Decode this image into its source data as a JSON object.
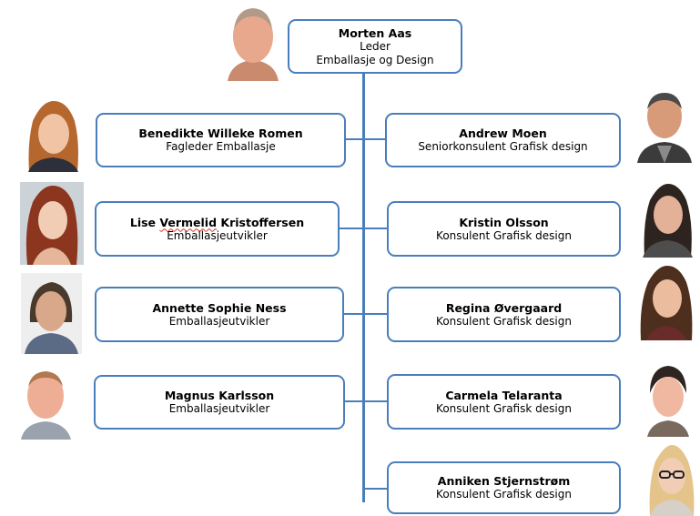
{
  "leader": {
    "name": "Morten Aas",
    "role": "Leder",
    "unit": "Emballasje og Design"
  },
  "left": [
    {
      "name": "Benedikte Willeke Romen",
      "role": "Fagleder Emballasje"
    },
    {
      "name_part1": "Lise ",
      "name_part2": "Vermelid",
      "name_part3": " Kristoffersen",
      "role": "Emballasjeutvikler"
    },
    {
      "name": "Annette Sophie Ness",
      "role": "Emballasjeutvikler"
    },
    {
      "name": "Magnus Karlsson",
      "role": "Emballasjeutvikler"
    }
  ],
  "right": [
    {
      "name": "Andrew Moen",
      "role": "Seniorkonsulent Grafisk design"
    },
    {
      "name": "Kristin Olsson",
      "role": "Konsulent Grafisk design"
    },
    {
      "name": "Regina Øvergaard",
      "role": "Konsulent Grafisk design"
    },
    {
      "name": "Carmela Telaranta",
      "role": "Konsulent Grafisk design"
    },
    {
      "name": "Anniken Stjernstrøm",
      "role": "Konsulent Grafisk design"
    }
  ],
  "colors": {
    "connector": "#4a7ebb",
    "box_border": "#4a7ebb",
    "spellcheck": "#d9342b"
  }
}
